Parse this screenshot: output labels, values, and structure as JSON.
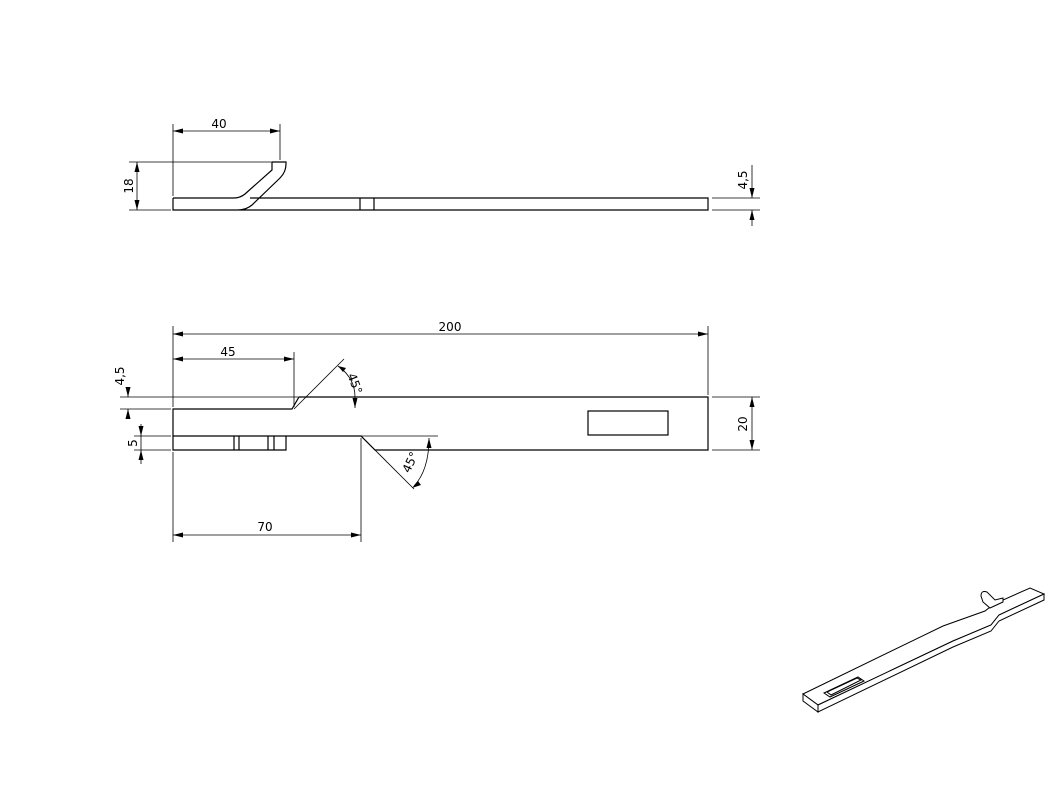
{
  "drawing": {
    "side_view": {
      "dim_bend_length": "40",
      "dim_height": "18",
      "dim_thickness": "4,5"
    },
    "top_view": {
      "dim_total_length": "200",
      "dim_notch_offset": "45",
      "dim_step_length": "70",
      "dim_notch_depth": "4,5",
      "dim_tab_width": "5",
      "dim_width": "20",
      "dim_angle_top": "45°",
      "dim_angle_bottom": "45°"
    }
  }
}
